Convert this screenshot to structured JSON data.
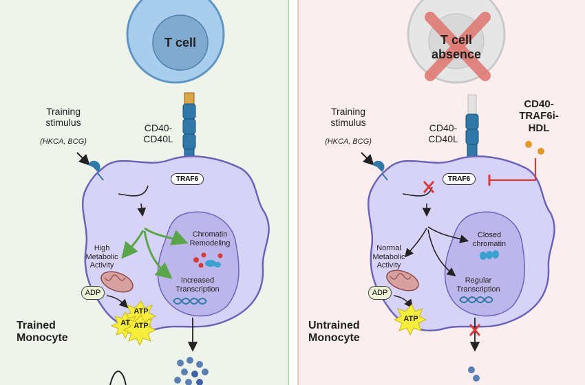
{
  "left": {
    "t_cell": "T cell",
    "training_stimulus": "Training\nstimulus",
    "training_examples": "(HKCA, BCG)",
    "cd40": "CD40-\nCD40L",
    "traf6": "TRAF6",
    "metabolic": "High\nMetabolic\nActivity",
    "chromatin": "Chromatin\nRemodeling",
    "transcription": "Increased\nTranscription",
    "adp": "ADP",
    "atp1": "ATP",
    "atp2": "AT",
    "atp3": "ATP",
    "monocyte": "Trained\nMonocyte"
  },
  "right": {
    "t_cell": "T cell\nabsence",
    "training_stimulus": "Training\nstimulus",
    "training_examples": "(HKCA, BCG)",
    "cd40": "CD40-\nCD40L",
    "inhibitor": "CD40-\nTRAF6i-\nHDL",
    "traf6": "TRAF6",
    "metabolic": "Normal\nMetabolic\nActivity",
    "chromatin": "Closed\nchromatin",
    "transcription": "Regular\nTranscription",
    "adp": "ADP",
    "atp": "ATP",
    "monocyte": "Untrained\nMonocyte"
  },
  "colors": {
    "left_bg": "#eef4ea",
    "right_bg": "#fbeeee",
    "cell_fill": "#d7d3f7",
    "nucleus_fill": "#bdb6ea",
    "tcell_blue": "#8fbfe6",
    "green_arrow": "#5aa54a",
    "red_inhibit": "#d93a3a"
  }
}
